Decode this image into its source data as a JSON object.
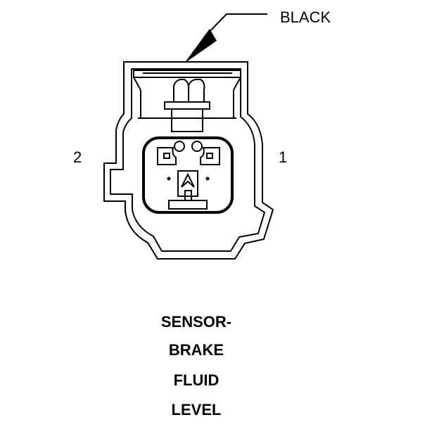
{
  "callout": {
    "label": "BLACK"
  },
  "pins": {
    "left": "2",
    "right": "1"
  },
  "caption": {
    "lines": [
      "SENSOR-",
      "BRAKE",
      "FLUID",
      "LEVEL"
    ]
  },
  "colors": {
    "line": "#000000",
    "background": "#ffffff"
  }
}
